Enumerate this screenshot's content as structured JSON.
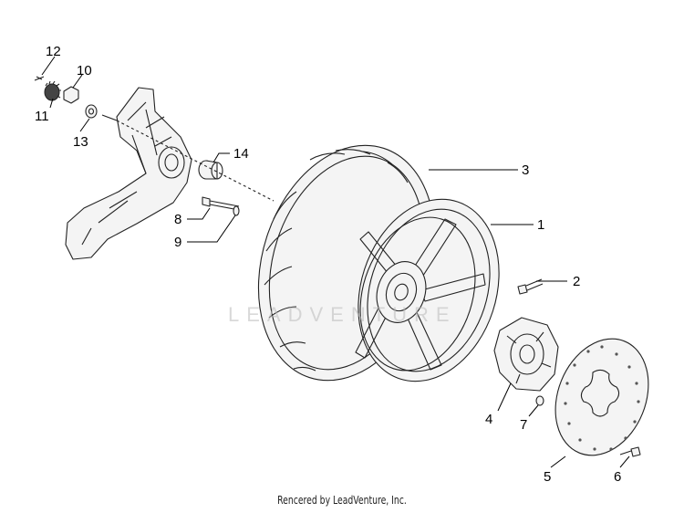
{
  "callouts": [
    {
      "id": "c1",
      "label": "1"
    },
    {
      "id": "c2",
      "label": "2"
    },
    {
      "id": "c3",
      "label": "3"
    },
    {
      "id": "c4",
      "label": "4"
    },
    {
      "id": "c5",
      "label": "5"
    },
    {
      "id": "c6",
      "label": "6"
    },
    {
      "id": "c7",
      "label": "7"
    },
    {
      "id": "c8",
      "label": "8"
    },
    {
      "id": "c9",
      "label": "9"
    },
    {
      "id": "c10",
      "label": "10"
    },
    {
      "id": "c11",
      "label": "11"
    },
    {
      "id": "c12",
      "label": "12"
    },
    {
      "id": "c13",
      "label": "13"
    },
    {
      "id": "c14",
      "label": "14"
    }
  ],
  "credit": "Rencered by LeadVenture, Inc.",
  "watermark": "LEADVENTURE"
}
